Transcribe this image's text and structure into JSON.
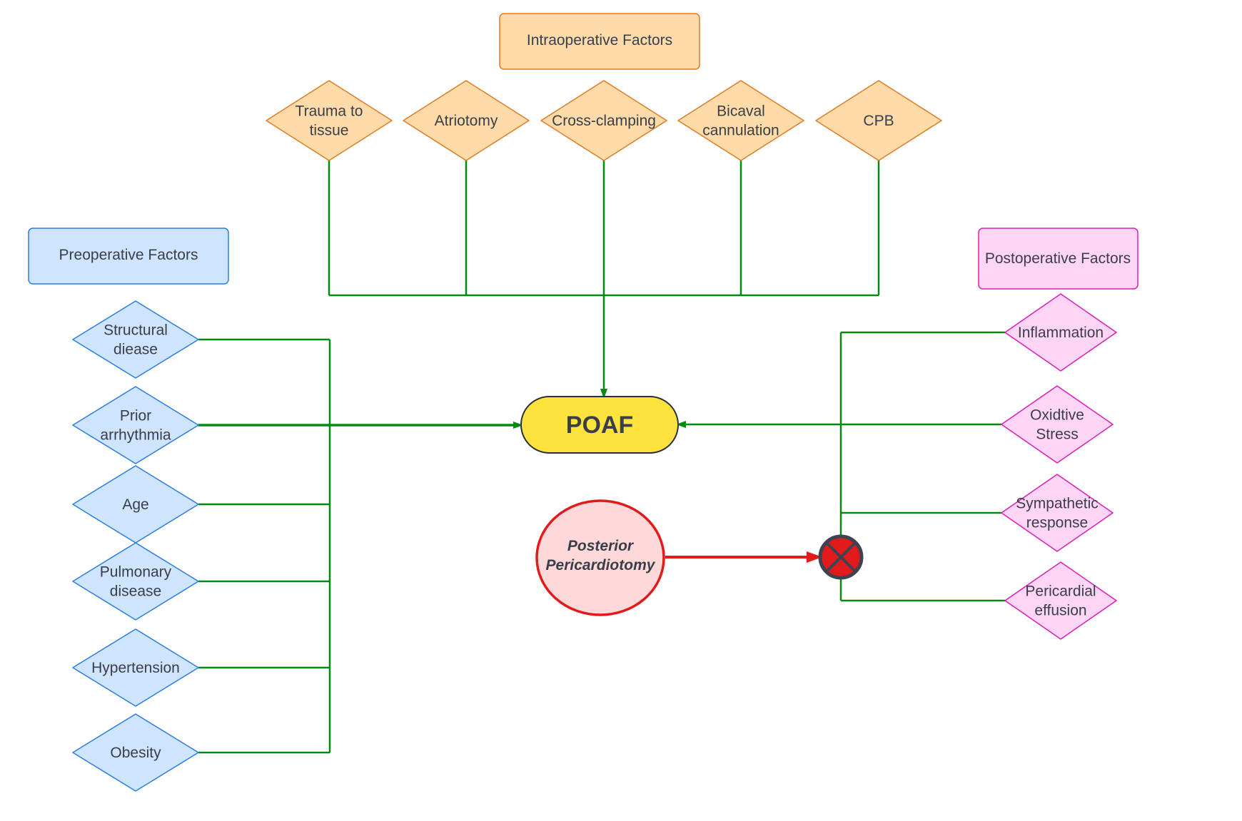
{
  "diagram": {
    "center_node": {
      "label": "POAF",
      "fill": "#fee33f"
    },
    "intervention": {
      "label_lines": [
        "Posterior",
        "Pericardiotomy"
      ],
      "fill": "#ffd9d9",
      "stroke": "#e31a1c"
    },
    "blocker": {
      "icon": "x-circle-block-icon",
      "fill": "#e31a1c"
    },
    "groups": {
      "preoperative": {
        "title": "Preoperative Factors",
        "fill": "#cfe4ff",
        "stroke": "#2a7de1",
        "items": [
          {
            "lines": [
              "Structural",
              "diease"
            ]
          },
          {
            "lines": [
              "Prior",
              "arrhythmia"
            ]
          },
          {
            "lines": [
              "Age"
            ]
          },
          {
            "lines": [
              "Pulmonary",
              "disease"
            ]
          },
          {
            "lines": [
              "Hypertension"
            ]
          },
          {
            "lines": [
              "Obesity"
            ]
          }
        ]
      },
      "intraoperative": {
        "title": "Intraoperative Factors",
        "fill": "#fedba8",
        "stroke": "#e07b25",
        "items": [
          {
            "lines": [
              "Trauma to",
              "tissue"
            ]
          },
          {
            "lines": [
              "Atriotomy"
            ]
          },
          {
            "lines": [
              "Cross-clamping"
            ]
          },
          {
            "lines": [
              "Bicaval",
              "cannulation"
            ]
          },
          {
            "lines": [
              "CPB"
            ]
          }
        ]
      },
      "postoperative": {
        "title": "Postoperative Factors",
        "fill": "#ffd5f5",
        "stroke": "#d81fb3",
        "items": [
          {
            "lines": [
              "Inflammation"
            ]
          },
          {
            "lines": [
              "Oxidtive",
              "Stress"
            ]
          },
          {
            "lines": [
              "Sympathetic",
              "response"
            ]
          },
          {
            "lines": [
              "Pericardial",
              "effusion"
            ]
          }
        ]
      }
    },
    "connector_color": "#008a0e",
    "inhibition_color": "#e31a1c"
  }
}
